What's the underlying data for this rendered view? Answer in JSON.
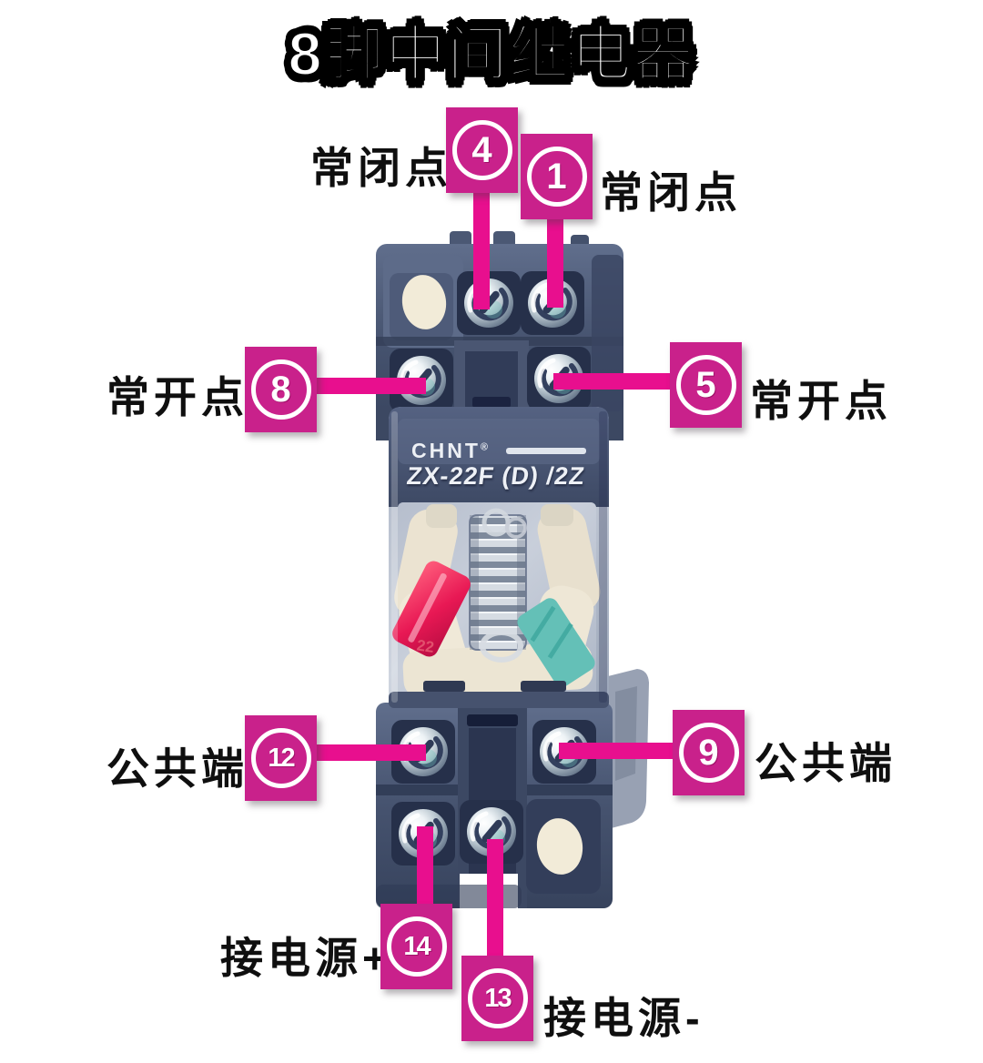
{
  "title": "8脚中间继电器",
  "relay": {
    "brand": "CHNT",
    "brand_reg": "®",
    "model": "ZX-22F (D) /2Z",
    "marking": "22"
  },
  "callouts": {
    "nc_left": {
      "label": "常闭点",
      "pin": "4"
    },
    "nc_right": {
      "label": "常闭点",
      "pin": "1"
    },
    "no_left": {
      "label": "常开点",
      "pin": "8"
    },
    "no_right": {
      "label": "常开点",
      "pin": "5"
    },
    "com_left": {
      "label": "公共端",
      "pin": "12"
    },
    "com_right": {
      "label": "公共端",
      "pin": "9"
    },
    "power_plus": {
      "label": "接电源+",
      "pin": "14"
    },
    "power_minus": {
      "label": "接电源-",
      "pin": "13"
    }
  },
  "colors": {
    "badge": "#c9218b",
    "line": "#e80f8e",
    "label_text": "#0f0f0f",
    "background": "#ffffff"
  }
}
